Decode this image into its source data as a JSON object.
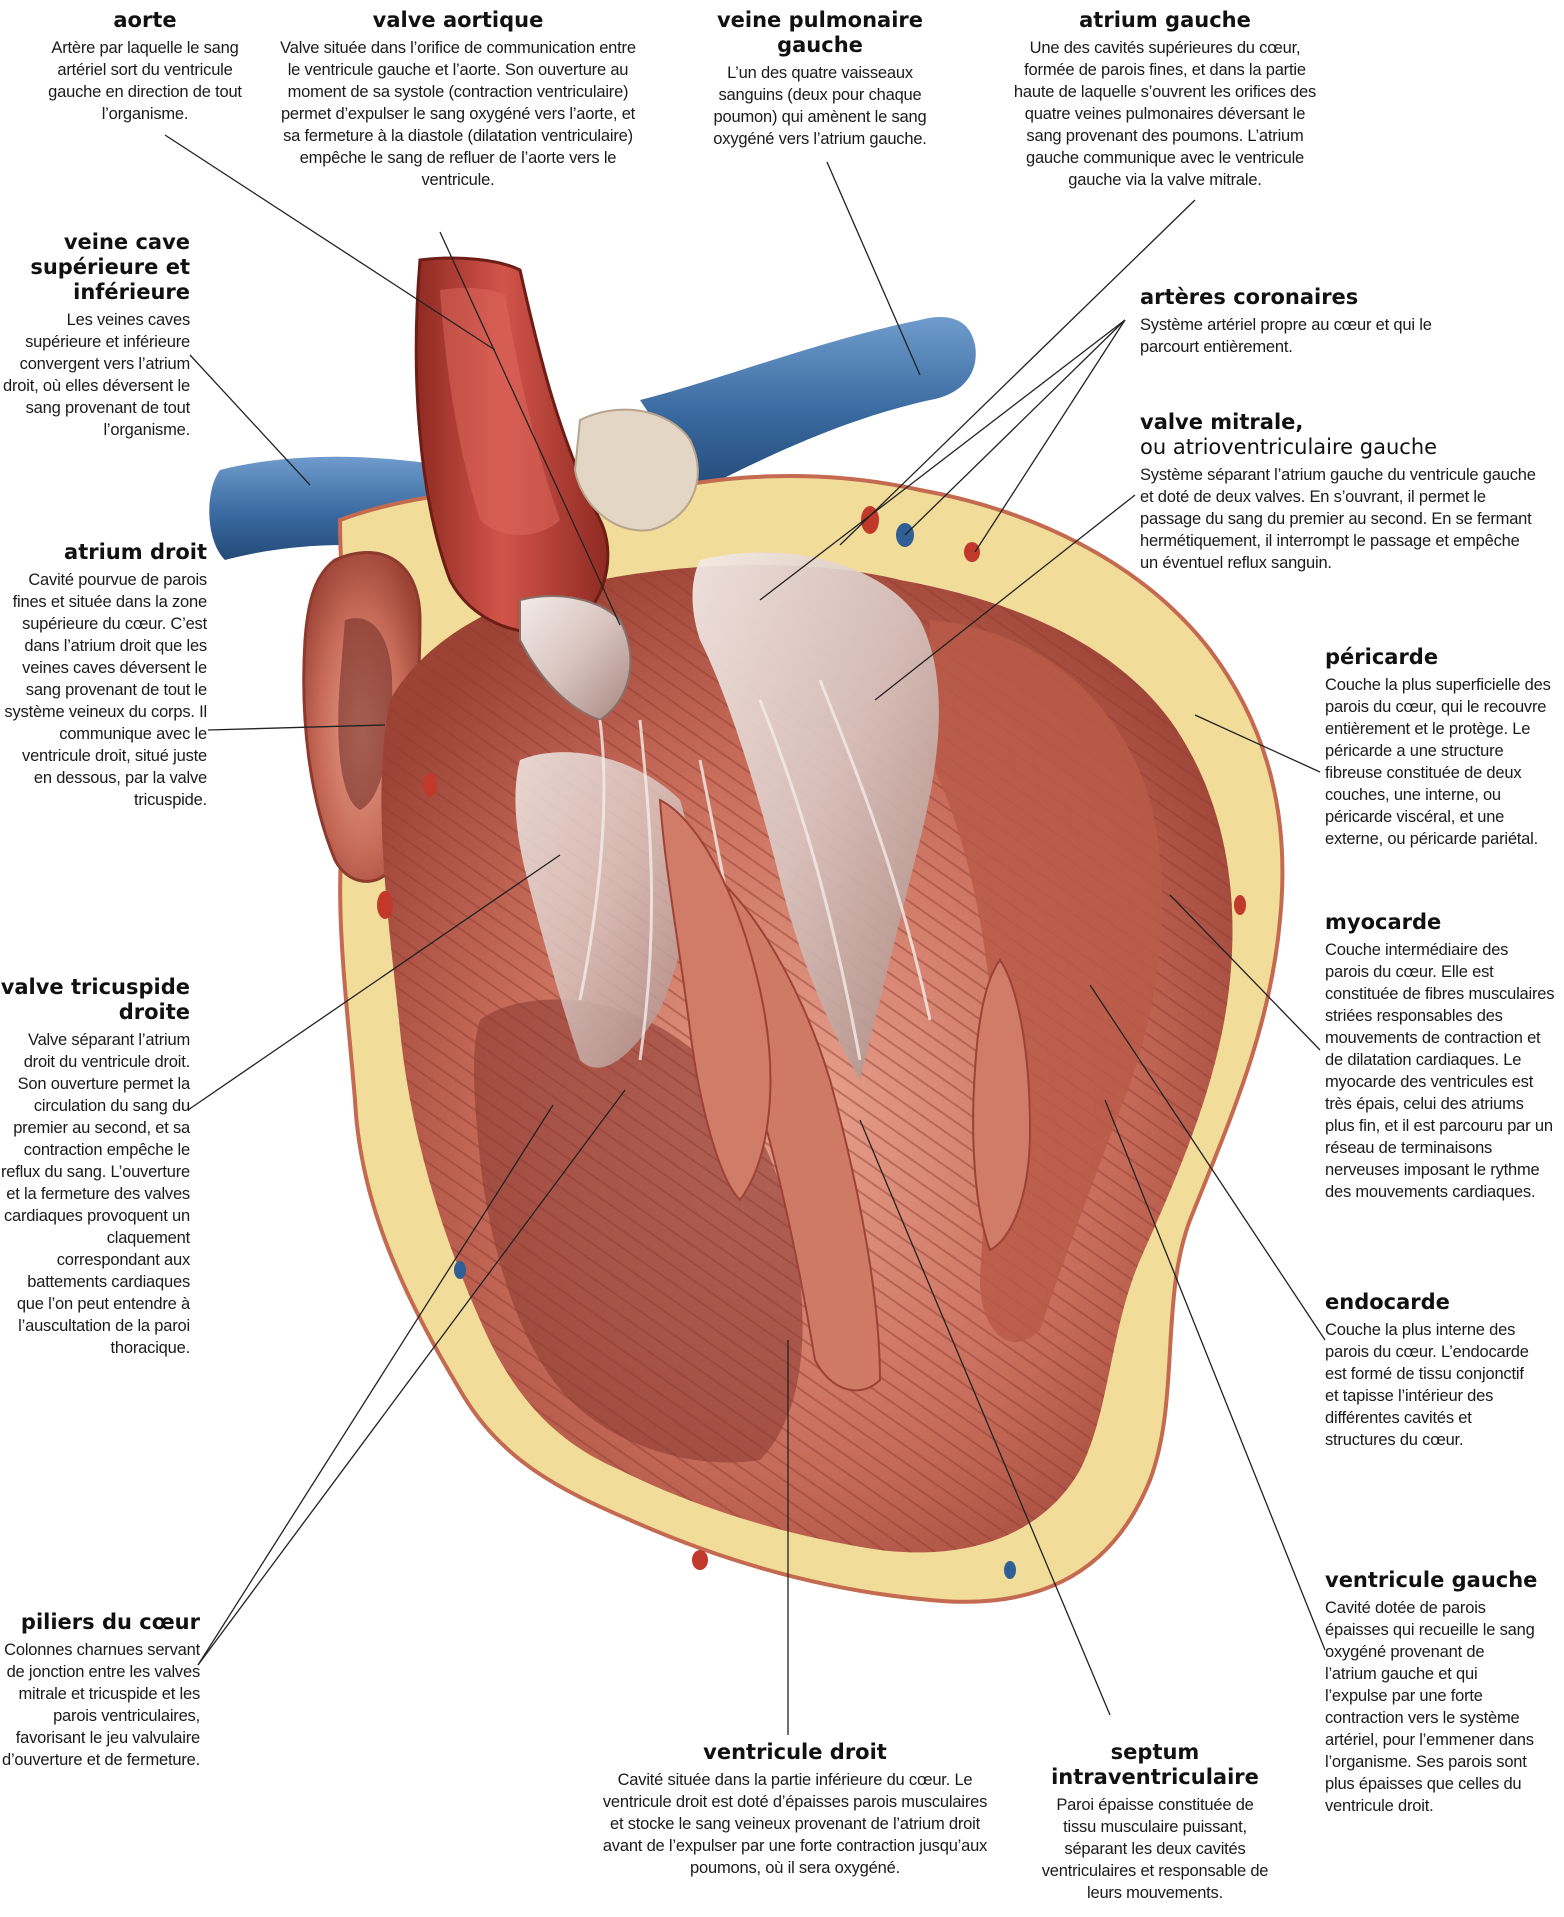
{
  "labels": {
    "aorte": {
      "title": "aorte",
      "text": "Artère par laquelle le sang artériel sort du ventricule gauche en direction de tout l’organisme."
    },
    "valve_aortique": {
      "title": "valve aortique",
      "text": "Valve située dans l’orifice de communication entre le ventricule gauche et l’aorte. Son ouverture au moment de sa systole (contraction ventriculaire) permet d’expulser le sang oxygéné vers l’aorte, et sa fermeture à la diastole (dilatation ventriculaire) empêche le sang de refluer de l’aorte vers le ventricule."
    },
    "veine_pulmonaire": {
      "title": "veine pulmonaire gauche",
      "text": "L’un des quatre vaisseaux sanguins (deux pour chaque poumon) qui amènent le sang oxygéné vers l’atrium gauche."
    },
    "atrium_gauche": {
      "title": "atrium gauche",
      "text": "Une des cavités supérieures du cœur, formée de parois fines, et dans la partie haute de laquelle s’ouvrent les orifices des quatre veines pulmonaires déversant le sang provenant des poumons. L’atrium gauche communique avec le ventricule gauche via la valve mitrale."
    },
    "veine_cave": {
      "title": "veine cave supérieure et inférieure",
      "text": "Les veines caves supérieure et inférieure convergent vers l’atrium droit, où elles déversent le sang provenant de tout l’organisme."
    },
    "arteres_coronaires": {
      "title": "artères coronaires",
      "text": "Système artériel propre au cœur et qui le parcourt entièrement."
    },
    "valve_mitrale": {
      "title": "valve mitrale,",
      "title2": "ou atrioventriculaire gauche",
      "text": "Système séparant l’atrium gauche du ventricule gauche et doté de deux valves. En s’ouvrant, il permet le passage du sang du premier au second. En se fermant hermétiquement, il interrompt le passage et empêche un éventuel reflux sanguin."
    },
    "atrium_droit": {
      "title": "atrium droit",
      "text": "Cavité pourvue de parois fines et située dans la zone supérieure du cœur. C’est dans l’atrium droit que les veines caves déversent le sang provenant de tout le système veineux du corps. Il communique avec le ventricule droit, situé juste en dessous, par la valve tricuspide."
    },
    "pericarde": {
      "title": "péricarde",
      "text": "Couche la plus superficielle des parois du cœur, qui le recouvre entièrement et le protège. Le péricarde a une structure fibreuse constituée de deux couches, une interne, ou péricarde viscéral, et une externe, ou péricarde pariétal."
    },
    "myocarde": {
      "title": "myocarde",
      "text": "Couche intermédiaire des parois du cœur. Elle est constituée de fibres musculaires striées responsables des mouvements de contraction et de dilatation cardiaques. Le myocarde des ventricules est très épais, celui des atriums plus fin, et il est parcouru par un réseau de terminaisons nerveuses imposant le rythme des mouvements cardiaques."
    },
    "valve_tricuspide": {
      "title": "valve tricuspide droite",
      "text": "Valve séparant l’atrium droit du ventricule droit. Son ouverture permet la circulation du sang du premier au second, et sa contraction empêche le reflux du sang. L’ouverture et la fermeture des valves cardiaques provoquent un claquement correspondant aux battements cardiaques que l’on peut entendre à l’auscultation de la paroi thoracique."
    },
    "endocarde": {
      "title": "endocarde",
      "text": "Couche la plus interne des parois du cœur. L’endocarde est formé de tissu conjonctif et tapisse l’intérieur des différentes cavités et structures du cœur."
    },
    "ventricule_gauche": {
      "title": "ventricule gauche",
      "text": "Cavité dotée de parois épaisses qui recueille le sang oxygéné provenant de l’atrium gauche et qui l’expulse par une forte contraction vers le système artériel, pour l’emmener dans l’organisme. Ses parois sont plus épaisses que celles du ventricule droit."
    },
    "piliers": {
      "title": "piliers du cœur",
      "text": "Colonnes charnues servant de jonction entre les valves mitrale et tricuspide et les parois ventriculaires, favorisant le jeu valvulaire d’ouverture et de fermeture."
    },
    "ventricule_droit": {
      "title": "ventricule droit",
      "text": "Cavité située dans la partie inférieure du cœur. Le ventricule droit est doté d’épaisses parois musculaires et stocke le sang veineux provenant de l’atrium droit avant de l’expulser par une forte contraction jusqu’aux poumons, où il sera oxygéné."
    },
    "septum": {
      "title": "septum intraventriculaire",
      "text": "Paroi épaisse constituée de tissu musculaire puissant, séparant les deux cavités ventriculaires et responsable de leurs mouvements."
    }
  },
  "colors": {
    "pericardium": "#f1dc9a",
    "myocardium": "#b8574a",
    "myocardium_light": "#d9826e",
    "endocardium": "#e9d5cf",
    "aorta": "#c0392b",
    "vein": "#3c6fa3",
    "leader_line": "#222222"
  }
}
